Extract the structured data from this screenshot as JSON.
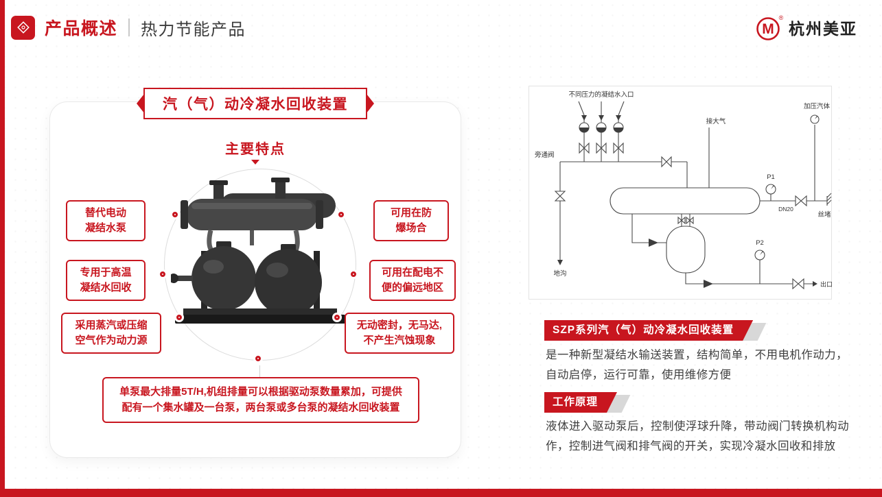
{
  "theme": {
    "accent": "#c8161f"
  },
  "header": {
    "title": "产品概述",
    "subtitle": "热力节能产品",
    "logo_mark": "M",
    "logo_reg": "®",
    "logo_name": "杭州美亚"
  },
  "product": {
    "banner_title": "汽（气）动冷凝水回收装置",
    "features_title": "主要特点",
    "features": [
      {
        "side": "left",
        "text": "替代电动\n凝结水泵"
      },
      {
        "side": "left",
        "text": "专用于高温\n凝结水回收"
      },
      {
        "side": "left",
        "text": "采用蒸汽或压缩\n空气作为动力源"
      },
      {
        "side": "right",
        "text": "可用在防\n爆场合"
      },
      {
        "side": "right",
        "text": "可用在配电不\n便的偏远地区"
      },
      {
        "side": "right",
        "text": "无动密封，无马达,\n不产生汽蚀现象"
      }
    ],
    "capacity_note": "单泵最大排量5T/H,机组排量可以根据驱动泵数量累加，可提供\n配有一个集水罐及一台泵，两台泵或多台泵的凝结水回收装置"
  },
  "diagram": {
    "labels": {
      "inlet": "不同压力的凝结水入口",
      "to_atmosphere": "接大气",
      "bypass_valve": "旁通阀",
      "floor_drain": "地沟",
      "gauge_p1": "P1",
      "dn20": "DN20",
      "plug": "丝堵",
      "pressurized_gas": "加压汽体",
      "gauge_p2": "P2",
      "outlet": "出口"
    }
  },
  "sections": [
    {
      "title": "SZP系列汽（气）动冷凝水回收装置",
      "body": "是一种新型凝结水输送装置，结构简单，不用电机作动力，自动启停，运行可靠，使用维修方便"
    },
    {
      "title": "工作原理",
      "body": "液体进入驱动泵后，控制使浮球升降，带动阀门转换机构动作，控制进气阀和排气阀的开关，实现冷凝水回收和排放"
    }
  ]
}
